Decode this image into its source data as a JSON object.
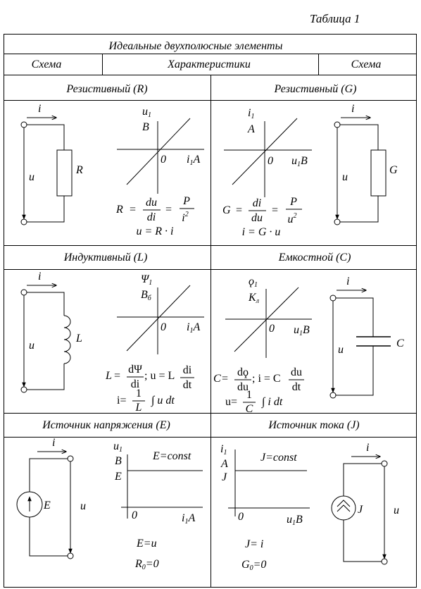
{
  "caption": "Таблица 1",
  "title": "Идеальные двухполюсные элементы",
  "headers": {
    "schema_left": "Схема",
    "characteristics": "Характеристики",
    "schema_right": "Схема"
  },
  "sections": {
    "resistive_r": {
      "title": "Резистивный (R)",
      "current": "i",
      "voltage": "u",
      "element": "R",
      "axis_y": "u",
      "axis_y_sub": "1",
      "axis_y_unit": "B",
      "axis_x": "i",
      "axis_x_sub": "1",
      "axis_x_unit": "A",
      "origin": "0",
      "formula_lhs": "R",
      "frac1_num": "du",
      "frac1_den": "di",
      "frac2_num": "P",
      "frac2_den": "i",
      "frac2_pow": "2",
      "formula2": "u = R · i"
    },
    "resistive_g": {
      "title": "Резистивный (G)",
      "current": "i",
      "voltage": "u",
      "element": "G",
      "axis_y": "i",
      "axis_y_sub": "1",
      "axis_y_unit": "A",
      "axis_x": "u",
      "axis_x_sub": "1",
      "axis_x_unit": "B",
      "origin": "0",
      "formula_lhs": "G",
      "frac1_num": "di",
      "frac1_den": "du",
      "frac2_num": "P",
      "frac2_den": "u",
      "frac2_pow": "2",
      "formula2": "i = G · u"
    },
    "inductive": {
      "title": "Индуктивный (L)",
      "current": "i",
      "voltage": "u",
      "element": "L",
      "axis_y": "Ψ",
      "axis_y_sub": "1",
      "axis_y_unit": "B",
      "axis_y_unit_sub": "б",
      "axis_x": "i",
      "axis_x_sub": "1",
      "axis_x_unit": "A",
      "origin": "0",
      "f1_lhs": "L",
      "f1_num": "dΨ",
      "f1_den": "di",
      "f1_mid": "; u = L",
      "f1_num2": "di",
      "f1_den2": "dt",
      "f2_lhs": "i=",
      "f2_num": "1",
      "f2_den": "L",
      "f2_int": "∫ u dt"
    },
    "capacitive": {
      "title": "Емкостной (C)",
      "current": "i",
      "voltage": "u",
      "element": "C",
      "axis_y": "ϙ",
      "axis_y_sub": "1",
      "axis_y_unit": "K",
      "axis_y_unit_sub": "л",
      "axis_x": "u",
      "axis_x_sub": "1",
      "axis_x_unit": "B",
      "origin": "0",
      "f1_lhs": "C",
      "f1_num": "dϙ",
      "f1_den": "du",
      "f1_mid": "; i = C",
      "f1_num2": "du",
      "f1_den2": "dt",
      "f2_lhs": "u=",
      "f2_num": "1",
      "f2_den": "C",
      "f2_int": "∫ i dt"
    },
    "voltage_source": {
      "title": "Источник напряжения (E)",
      "current": "i",
      "voltage": "u",
      "element": "E",
      "axis_y": "u",
      "axis_y_sub": "1",
      "axis_y_unit": "B",
      "axis_y_level": "E",
      "axis_x": "i",
      "axis_x_sub": "1",
      "axis_x_unit": "A",
      "origin": "0",
      "line_label": "E=const",
      "formula1": "E=u",
      "formula2_main": "R",
      "formula2_sub": "0",
      "formula2_rest": "=0"
    },
    "current_source": {
      "title": "Источник тока (J)",
      "current": "i",
      "voltage": "u",
      "element": "J",
      "axis_y": "i",
      "axis_y_sub": "1",
      "axis_y_unit": "A",
      "axis_y_level": "J",
      "axis_x": "u",
      "axis_x_sub": "1",
      "axis_x_unit": "B",
      "origin": "0",
      "line_label": "J=const",
      "formula1": "J= i",
      "formula2_main": "G",
      "formula2_sub": "0",
      "formula2_rest": "=0"
    }
  }
}
